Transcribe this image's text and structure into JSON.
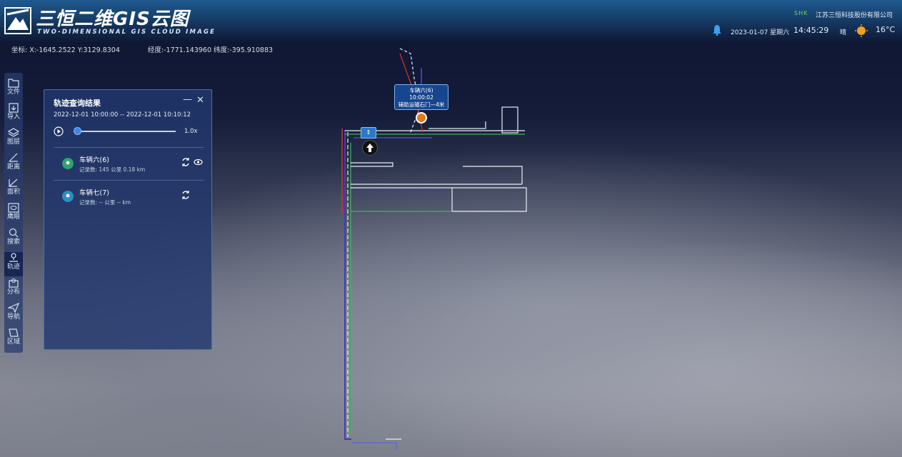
{
  "header": {
    "title": "三恒二维GIS云图",
    "subtitle": "TWO-DIMENSIONAL GIS CLOUD IMAGE",
    "company": "江苏三恒科技股份有限公司",
    "company_logo_text": "SHK",
    "date": "2023-01-07 星期六",
    "time": "14:45:29",
    "weather": "晴",
    "temperature": "16°C",
    "accent_color": "#1f5a8f"
  },
  "coords": {
    "xy": "坐标:  X:-1645.2522 Y:3129.8304",
    "lonlat": "经度:-1771.143960 纬度:-395.910883"
  },
  "toolbar": {
    "items": [
      {
        "label": "文件",
        "icon": "folder-icon"
      },
      {
        "label": "导入",
        "icon": "import-icon"
      },
      {
        "label": "图层",
        "icon": "layers-icon"
      },
      {
        "label": "距离",
        "icon": "ruler-icon"
      },
      {
        "label": "面积",
        "icon": "area-icon"
      },
      {
        "label": "鹰眼",
        "icon": "eagle-eye-icon"
      },
      {
        "label": "搜索",
        "icon": "search-icon"
      },
      {
        "label": "轨迹",
        "icon": "track-icon"
      },
      {
        "label": "分布",
        "icon": "distribution-icon"
      },
      {
        "label": "导航",
        "icon": "navigation-icon"
      },
      {
        "label": "区域",
        "icon": "region-icon"
      }
    ],
    "active": "轨迹"
  },
  "panel": {
    "title": "轨迹查询结果",
    "minimize": "—",
    "close": "✕",
    "range": "2022-12-01 10:00:00  --  2022-12-01 10:10:12",
    "speed": "1.0x",
    "vehicles": [
      {
        "name": "车辆六(6)",
        "stats": "记录数:  145   公里 0.18 km",
        "pin_color": "#2fa36b"
      },
      {
        "name": "车辆七(7)",
        "stats": "记录数:  --    公里 -- km",
        "pin_color": "#2a8fc8"
      }
    ]
  },
  "map": {
    "popup": {
      "line1": "车辆六(6)",
      "line2": "10:00:02",
      "line3": "辅助运输石门—4米"
    },
    "start_label": "↕"
  }
}
